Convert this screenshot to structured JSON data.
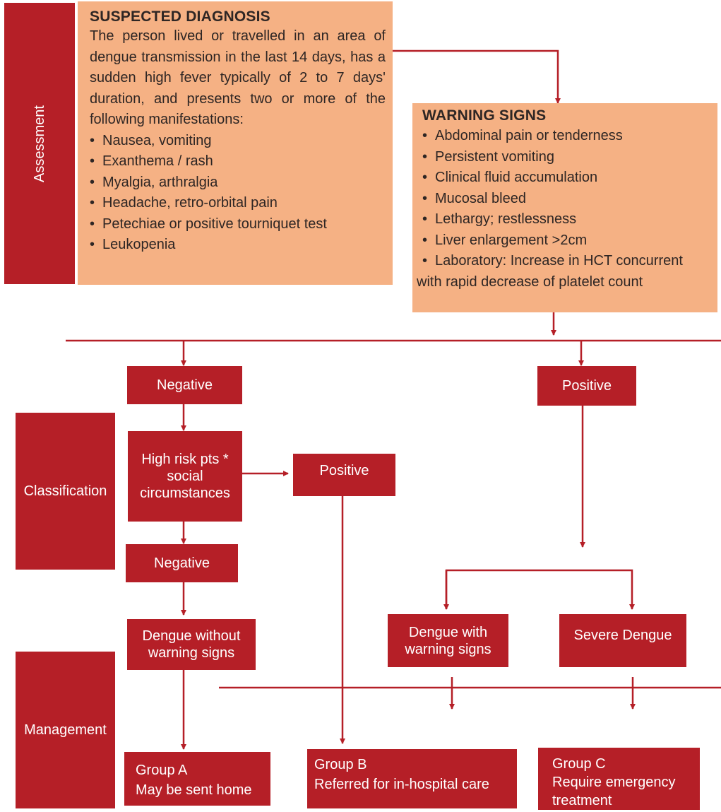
{
  "side_labels": {
    "assessment": "Assessment",
    "classification": "Classification",
    "management": "Management"
  },
  "suspected": {
    "title": "SUSPECTED DIAGNOSIS",
    "intro": "The person lived or travelled in an area of dengue transmission in the last 14 days, has a sudden high fever typically of 2 to 7 days' duration, and presents two or more of the following manifestations:",
    "items": [
      "Nausea, vomiting",
      "Exanthema / rash",
      "Myalgia, arthralgia",
      "Headache, retro-orbital pain",
      "Petechiae or positive tourniquet test",
      "Leukopenia"
    ]
  },
  "warning": {
    "title": "WARNING SIGNS",
    "items": [
      "Abdominal pain or tenderness",
      "Persistent vomiting",
      "Clinical fluid accumulation",
      "Mucosal bleed",
      "Lethargy; restlessness",
      "Liver enlargement >2cm",
      "Laboratory: Increase in HCT concurrent"
    ],
    "continuation": "with rapid decrease of platelet count"
  },
  "nodes": {
    "negative_1": "Negative",
    "positive_right": "Positive",
    "high_risk_line1": "High risk pts *",
    "high_risk_line2": "social",
    "high_risk_line3": "circumstances",
    "positive_mid": "Positive",
    "negative_2": "Negative",
    "dengue_no_warning_line1": "Dengue without",
    "dengue_no_warning_line2": "warning signs",
    "dengue_warning_line1": "Dengue with",
    "dengue_warning_line2": "warning signs",
    "severe_dengue": "Severe Dengue"
  },
  "groups": {
    "a_title": "Group A",
    "a_desc": "May be sent home",
    "b_title": "Group B",
    "b_desc": "Referred for in-hospital care",
    "c_title": "Group C",
    "c_desc_line1": "Require emergency",
    "c_desc_line2": "treatment"
  },
  "colors": {
    "red": "#b51f27",
    "orange": "#f5b184",
    "text_dark": "#2e2624"
  }
}
